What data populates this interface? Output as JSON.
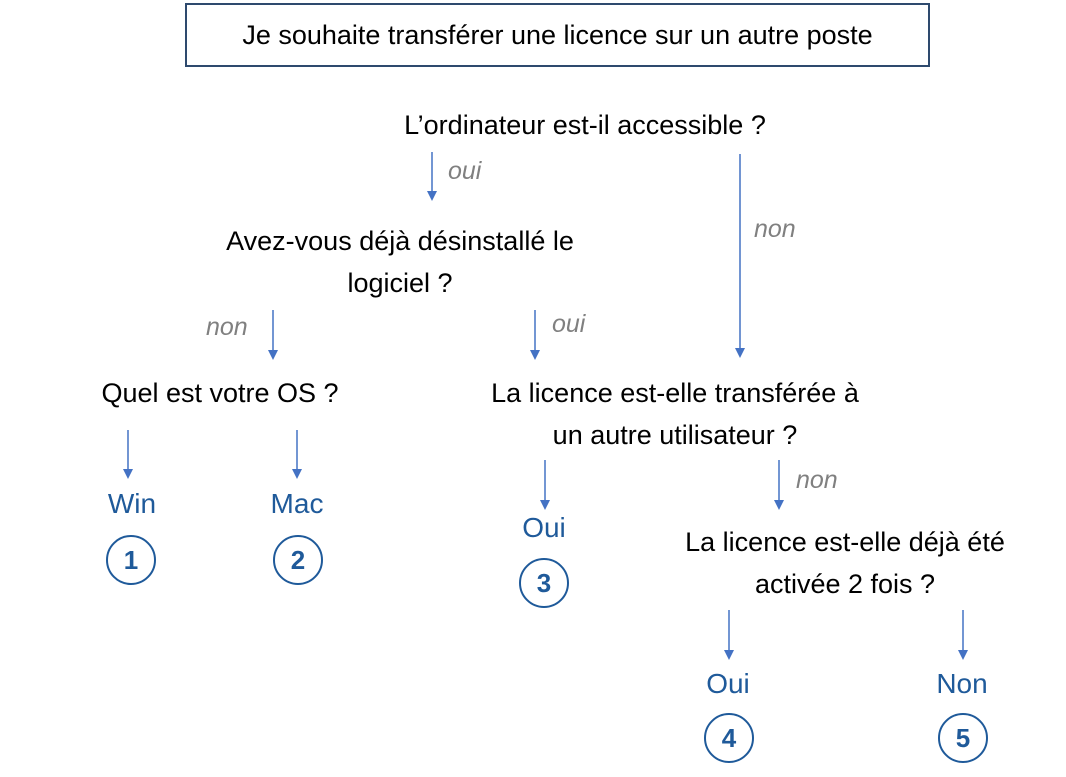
{
  "title": "Je souhaite transférer une licence sur un autre poste",
  "questions": {
    "q1": "L’ordinateur est-il accessible ?",
    "q2_line1": "Avez-vous déjà désinstallé le",
    "q2_line2": "logiciel ?",
    "q3": "Quel est votre OS ?",
    "q4_line1": "La licence est-elle transférée à",
    "q4_line2": "un autre utilisateur ?",
    "q5_line1": "La licence est-elle déjà été",
    "q5_line2": "activée 2 fois ?"
  },
  "edge_labels": {
    "q1_to_q2": "oui",
    "q1_to_q4": "non",
    "q2_to_q3": "non",
    "q2_to_q4": "oui",
    "q4_to_q5": "non"
  },
  "outcomes": [
    {
      "label": "Win",
      "number": "1"
    },
    {
      "label": "Mac",
      "number": "2"
    },
    {
      "label": "Oui",
      "number": "3"
    },
    {
      "label": "Oui",
      "number": "4"
    },
    {
      "label": "Non",
      "number": "5"
    }
  ],
  "colors": {
    "arrow": "#4472c4",
    "outcome": "#1f5a9a",
    "label": "#808080",
    "box_border": "#2e4a6e"
  }
}
